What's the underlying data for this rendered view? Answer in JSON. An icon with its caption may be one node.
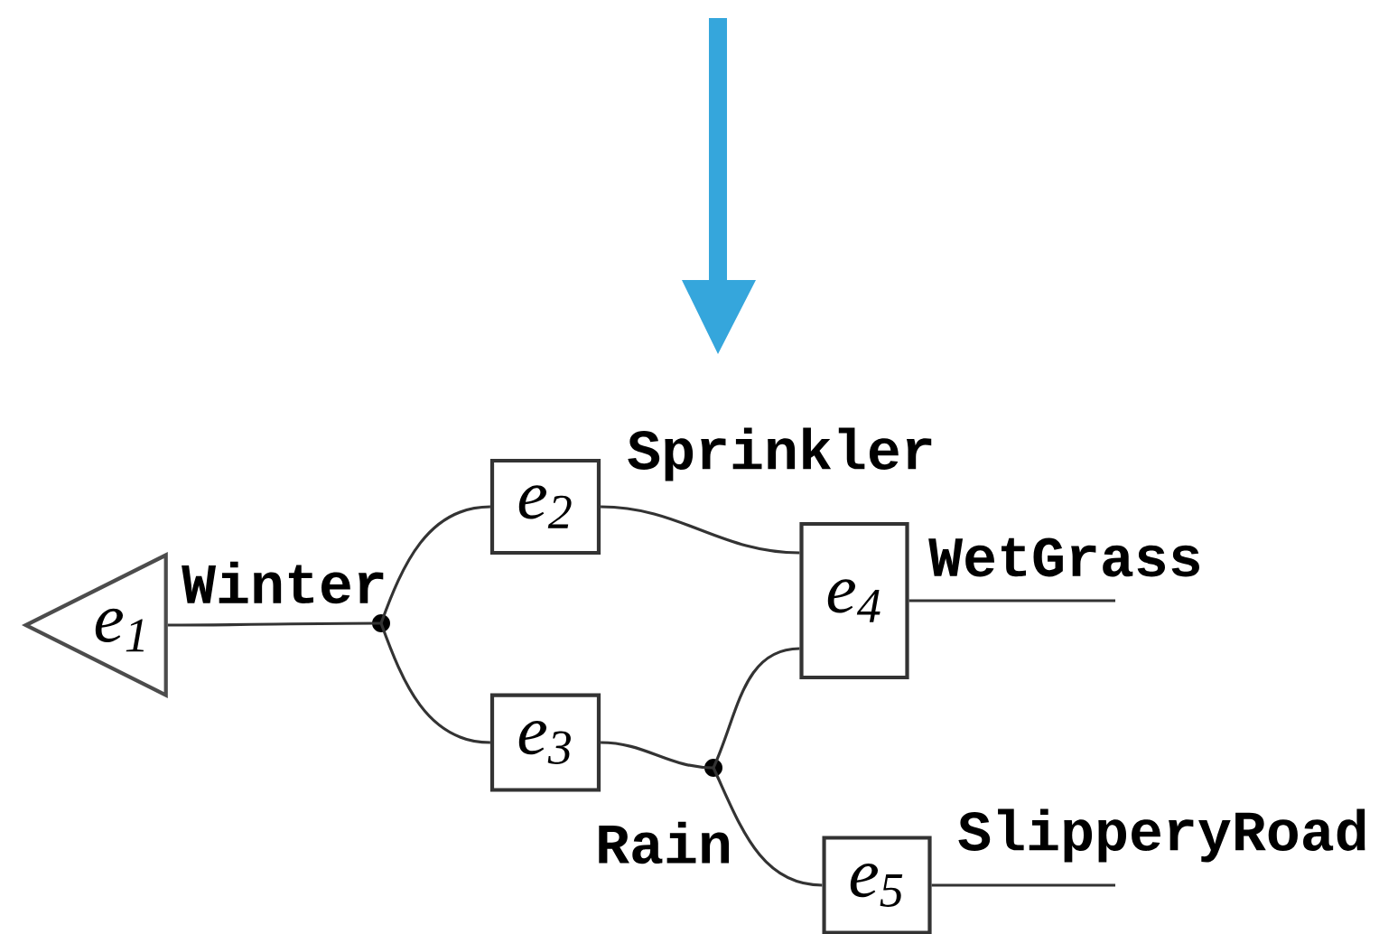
{
  "diagram": {
    "nodes": [
      {
        "text": [
          "e$_{1}$"
        ]
      },
      {
        "text": [
          "e$_{2}$"
        ]
      },
      {
        "text": [
          "e$_{3}$"
        ]
      },
      {
        "text": [
          "e$_{4}$"
        ]
      },
      {
        "text": [
          "e$_{5}$"
        ]
      },
      {
        "text": [],
        "shape": "circle"
      },
      {
        "text": [],
        "shape": "circle"
      }
    ],
    "edges": [
      {
        "from": 0,
        "to": 5,
        "arrow": "none",
        "label": "Winter"
      },
      {
        "from": 5,
        "to": 1,
        "arrow": "none"
      },
      {
        "from": 5,
        "to": 2,
        "arrow": "none"
      },
      {
        "from": 1,
        "to": 3,
        "arrow": "none",
        "label": "Sprinkler"
      },
      {
        "from": 2,
        "to": 6,
        "arrow": "none",
        "label": "Rain"
      },
      {
        "from": 6,
        "to": 3,
        "arrow": "none"
      },
      {
        "from": 6,
        "to": 4,
        "arrow": "none"
      },
      {
        "from": 3,
        "to": null,
        "arrow": "none",
        "label": "WetGrass"
      },
      {
        "from": 4,
        "to": null,
        "arrow": "none",
        "label": "SlipperyRoad"
      }
    ]
  }
}
